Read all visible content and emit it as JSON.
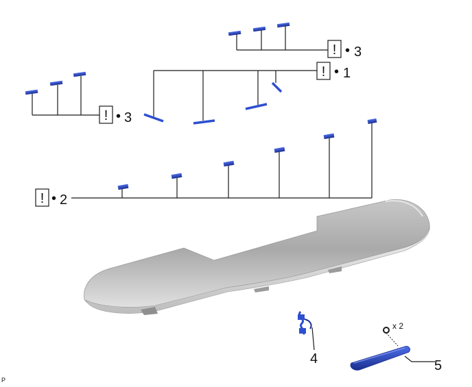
{
  "callouts": {
    "top_right": {
      "symbol": "!",
      "bullet": "•",
      "number": "3"
    },
    "mid_right": {
      "symbol": "!",
      "bullet": "•",
      "number": "1"
    },
    "left": {
      "symbol": "!",
      "bullet": "•",
      "number": "3"
    },
    "row": {
      "symbol": "!",
      "bullet": "•",
      "number": "2"
    }
  },
  "parts": {
    "part4_number": "4",
    "part5_number": "5",
    "multiplier": "x 2"
  },
  "corner_mark": "P",
  "colors": {
    "line": "#1a1a1a",
    "clip_blue": "#2e4fd0",
    "clip_blue_dark": "#1b2f8f",
    "spoiler_light": "#d9d9d9",
    "spoiler_mid": "#b8b8b8",
    "spoiler_dark": "#8f8f8f"
  }
}
